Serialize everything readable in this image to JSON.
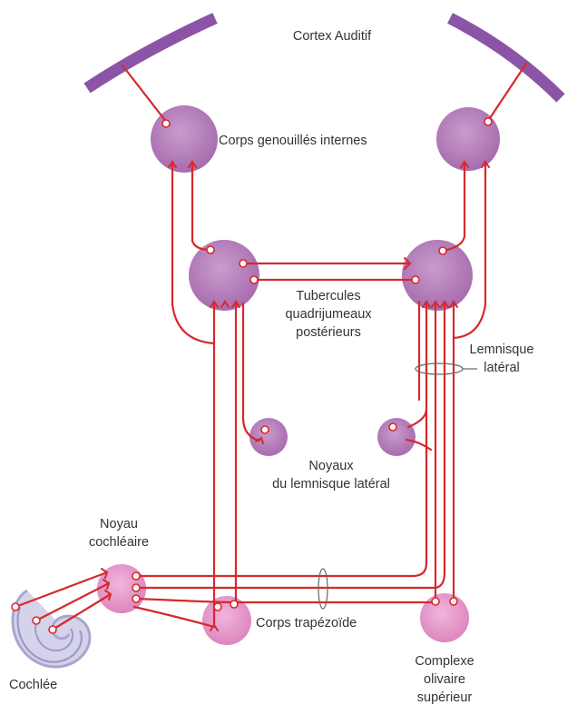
{
  "labels": {
    "cortex": "Cortex Auditif",
    "mgb": "Corps genouillés internes",
    "ic": [
      "Tubercules",
      "quadrijumeaux",
      "postérieurs"
    ],
    "ll": [
      "Lemnisque",
      "latéral"
    ],
    "nll": [
      "Noyaux",
      "du lemnisque latéral"
    ],
    "cn": [
      "Noyau",
      "cochléaire"
    ],
    "trapezoid": "Corps trapézoïde",
    "soc": [
      "Complexe",
      "olivaire",
      "supérieur"
    ],
    "cochlea": "Cochlée"
  },
  "colors": {
    "cortex": "#8b54a6",
    "nucleus_purple": "#b07ab5",
    "nucleus_pink": "#e08fc4",
    "fiber": "#d8282c",
    "cochlea": "#b7b5d8",
    "text": "#333333"
  }
}
